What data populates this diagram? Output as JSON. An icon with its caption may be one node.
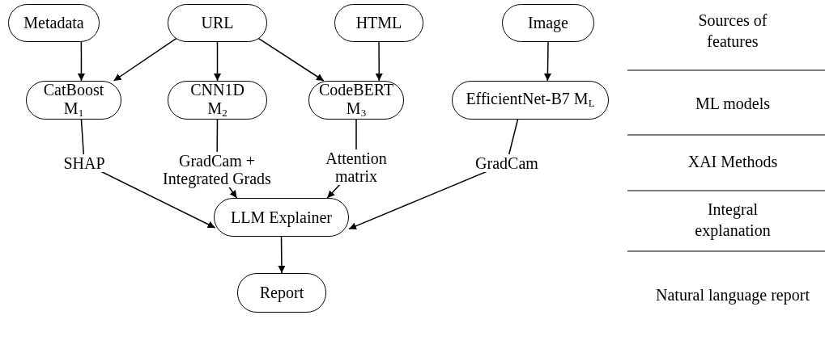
{
  "diagram": {
    "nodes": [
      {
        "text": [
          "Metadata"
        ]
      },
      {
        "text": [
          "URL"
        ]
      },
      {
        "text": [
          "HTML"
        ]
      },
      {
        "text": [
          "Image"
        ]
      },
      {
        "text": [
          "CatBoost M$_{1}$"
        ]
      },
      {
        "text": [
          "CNN1D M$_{2}$"
        ]
      },
      {
        "text": [
          "CodeBERT M$_{3}$"
        ]
      },
      {
        "text": [
          "EfficientNet-B7 M$_{L}$"
        ]
      },
      {
        "text": [
          "LLM Explainer"
        ]
      },
      {
        "text": [
          "Report"
        ]
      }
    ],
    "edges": [
      {
        "from": 0,
        "to": 4,
        "arrow": "to"
      },
      {
        "from": 1,
        "to": 4,
        "arrow": "to"
      },
      {
        "from": 1,
        "to": 5,
        "arrow": "to"
      },
      {
        "from": 1,
        "to": 6,
        "arrow": "to"
      },
      {
        "from": 2,
        "to": 6,
        "arrow": "to"
      },
      {
        "from": 3,
        "to": 7,
        "arrow": "to"
      },
      {
        "from": 4,
        "to": 8,
        "arrow": "to",
        "label": "SHAP"
      },
      {
        "from": 5,
        "to": 8,
        "arrow": "to",
        "label": "GradCam + Integrated Grads"
      },
      {
        "from": 6,
        "to": 8,
        "arrow": "to",
        "label": "Attention matrix"
      },
      {
        "from": 7,
        "to": 8,
        "arrow": "to",
        "label": "GradCam"
      },
      {
        "from": 8,
        "to": 9,
        "arrow": "to"
      }
    ],
    "labels": [
      "Sources of features",
      "ML models",
      "XAI Methods",
      "Integral explanation",
      "Natural language report"
    ]
  }
}
